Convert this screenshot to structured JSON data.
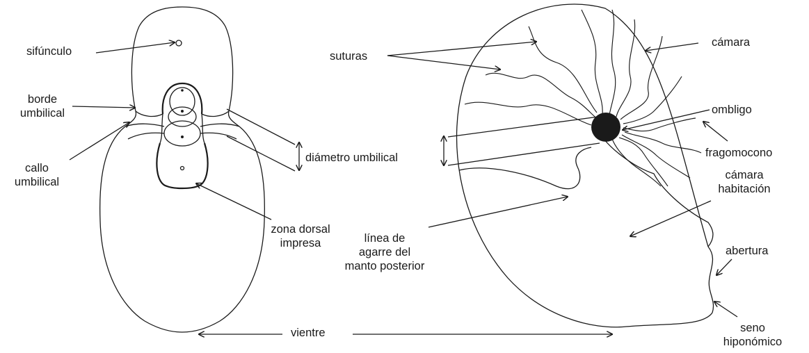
{
  "labels": {
    "sifunculo": "sifúnculo",
    "borde": [
      "borde",
      "umbilical"
    ],
    "callo": [
      "callo",
      "umbilical"
    ],
    "zona": [
      "zona dorsal",
      "impresa"
    ],
    "diametro": "diámetro umbilical",
    "vientre": "vientre",
    "suturas": "suturas",
    "linea": [
      "línea de",
      "agarre del",
      "manto posterior"
    ],
    "camara": "cámara",
    "ombligo": "ombligo",
    "fragmocono": "fragomocono",
    "camara_habitacion": [
      "cámara",
      "habitación"
    ],
    "abertura": "abertura",
    "seno": [
      "seno",
      "hiponómico"
    ]
  },
  "colors": {
    "ink": "#1a1a1a",
    "background": "#ffffff"
  }
}
